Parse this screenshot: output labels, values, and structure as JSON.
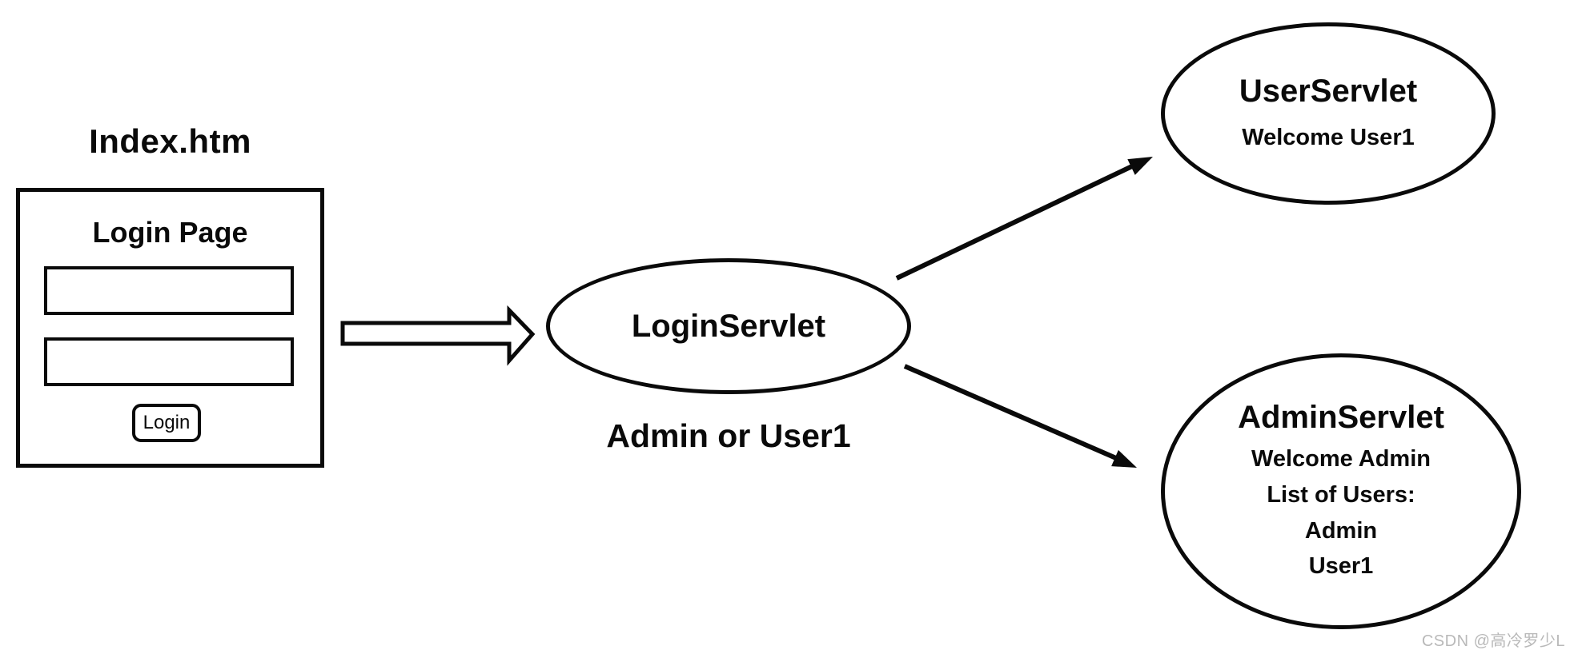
{
  "canvas": {
    "background": "#ffffff",
    "stroke_color": "#0a0a0a"
  },
  "index_page": {
    "title": "Index.htm",
    "heading": "Login Page",
    "username_input": {
      "value": "",
      "placeholder": ""
    },
    "password_input": {
      "value": "",
      "placeholder": ""
    },
    "login_button_label": "Login"
  },
  "login_servlet": {
    "title": "LoginServlet",
    "caption": "Admin or User1"
  },
  "user_servlet": {
    "title": "UserServlet",
    "lines": [
      "Welcome User1"
    ]
  },
  "admin_servlet": {
    "title": "AdminServlet",
    "lines": [
      "Welcome Admin",
      "List of Users:",
      "Admin",
      "User1"
    ]
  },
  "connectors": [
    {
      "name": "index-to-loginservlet",
      "type": "block-arrow"
    },
    {
      "name": "loginservlet-to-userservlet",
      "type": "line-arrow"
    },
    {
      "name": "loginservlet-to-adminservlet",
      "type": "line-arrow"
    }
  ],
  "watermark": {
    "text": "CSDN @高冷罗少L",
    "color": "#b9b9b9"
  }
}
